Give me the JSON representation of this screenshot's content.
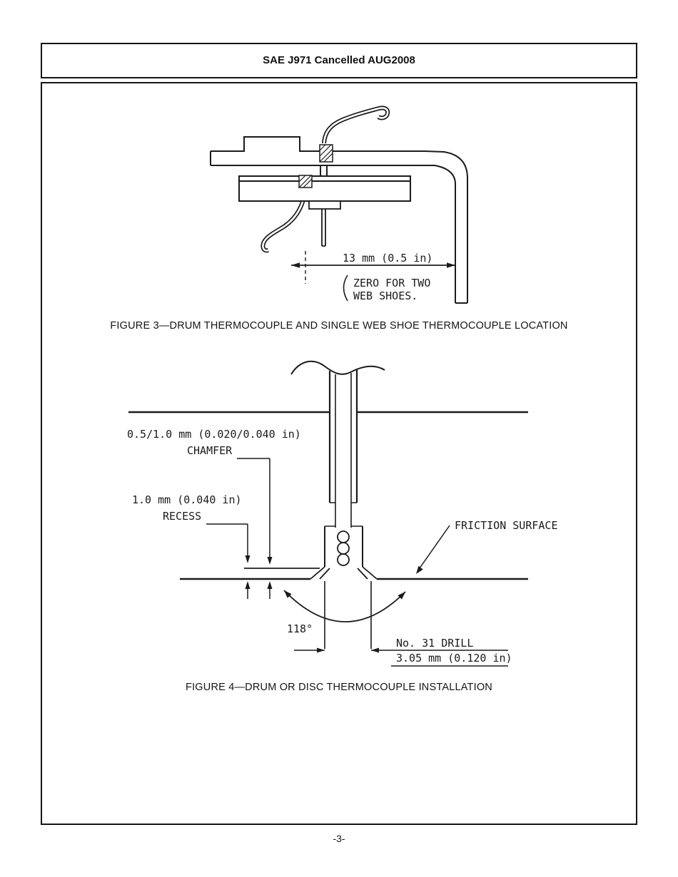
{
  "header": {
    "title": "SAE J971 Cancelled AUG2008"
  },
  "footer": {
    "page_number": "-3-"
  },
  "figure3": {
    "caption": "FIGURE 3—DRUM THERMOCOUPLE AND SINGLE WEB SHOE THERMOCOUPLE LOCATION",
    "labels": {
      "dimension": "13 mm (0.5 in)",
      "note_line1": "ZERO FOR TWO",
      "note_line2": "WEB SHOES."
    }
  },
  "figure4": {
    "caption": "FIGURE 4—DRUM OR DISC THERMOCOUPLE INSTALLATION",
    "labels": {
      "chamfer_dimension": "0.5/1.0 mm (0.020/0.040 in)",
      "chamfer": "CHAMFER",
      "recess_dimension": "1.0 mm (0.040 in)",
      "recess": "RECESS",
      "friction_surface": "FRICTION SURFACE",
      "drill_angle": "118°",
      "drill_size": "No. 31 DRILL",
      "drill_diameter": "3.05 mm (0.120 in)"
    }
  }
}
